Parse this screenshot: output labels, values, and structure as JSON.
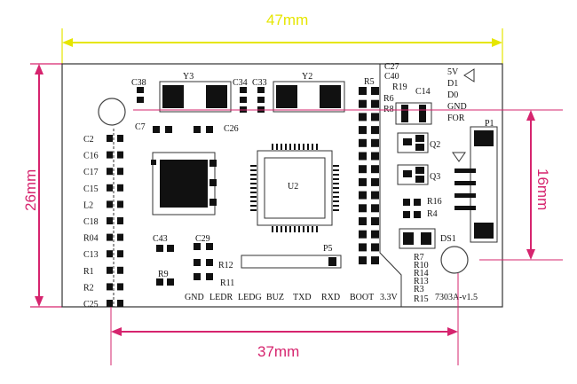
{
  "dimensions": {
    "width_label": "47mm",
    "height_label": "26mm",
    "connector_span_label": "16mm",
    "pin_span_label": "37mm"
  },
  "colors": {
    "width_dimension": "#e6e600",
    "other_dimensions": "#d6246e",
    "board_outline": "#333333",
    "pads": "#111111"
  },
  "board": {
    "revision": "7303A-v1.5",
    "components": {
      "crystal_1": "Y3",
      "crystal_2": "Y2",
      "mcu": "U2",
      "header": "P5",
      "connector": "P1",
      "transistor_1": "Q2",
      "transistor_2": "Q3",
      "led": "DS1"
    },
    "left_labels": [
      "C2",
      "C16",
      "C17",
      "C15",
      "L2",
      "C18",
      "R04",
      "C13",
      "R1",
      "R2",
      "C25"
    ],
    "top_labels": [
      "C38",
      "C34",
      "C33",
      "C7",
      "C26",
      "C43",
      "C29",
      "R9",
      "R12",
      "R11"
    ],
    "right_labels": [
      "R5",
      "R6",
      "R8",
      "C27",
      "C40",
      "R19",
      "C14",
      "R16",
      "R4",
      "R7",
      "R10",
      "R14",
      "R13",
      "R3",
      "R15"
    ],
    "connector_pins": [
      "5V",
      "D1",
      "D0",
      "GND",
      "FOR"
    ],
    "bottom_pins": [
      "GND",
      "LEDR",
      "LEDG",
      "BUZ",
      "TXD",
      "RXD",
      "BOOT",
      "3.3V"
    ]
  }
}
